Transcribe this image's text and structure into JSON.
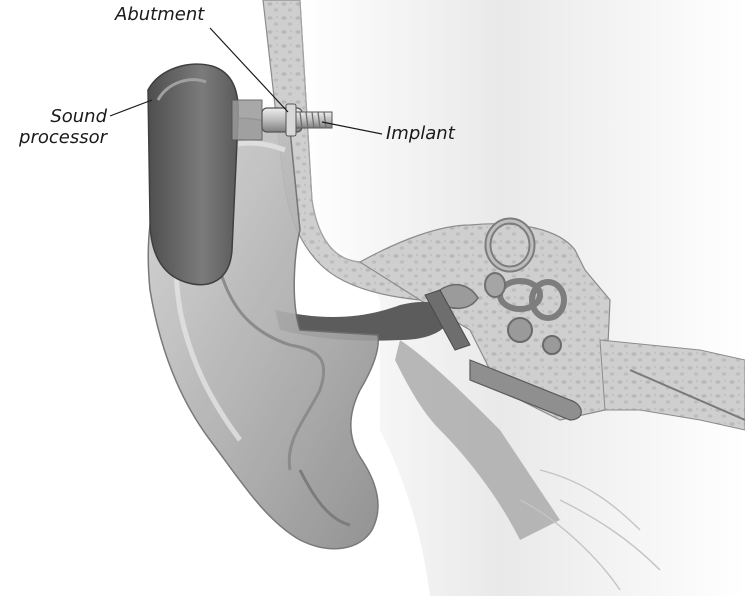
{
  "labels": {
    "abutment": "Abutment",
    "sound_processor_line1": "Sound",
    "sound_processor_line2": "processor",
    "implant": "Implant"
  },
  "colors": {
    "bone": "#c9c9c9",
    "skin": "#b8b8b8",
    "skin_dark": "#8d8d8d",
    "processor": "#6a6a6a",
    "leader": "#1a1a1a"
  }
}
